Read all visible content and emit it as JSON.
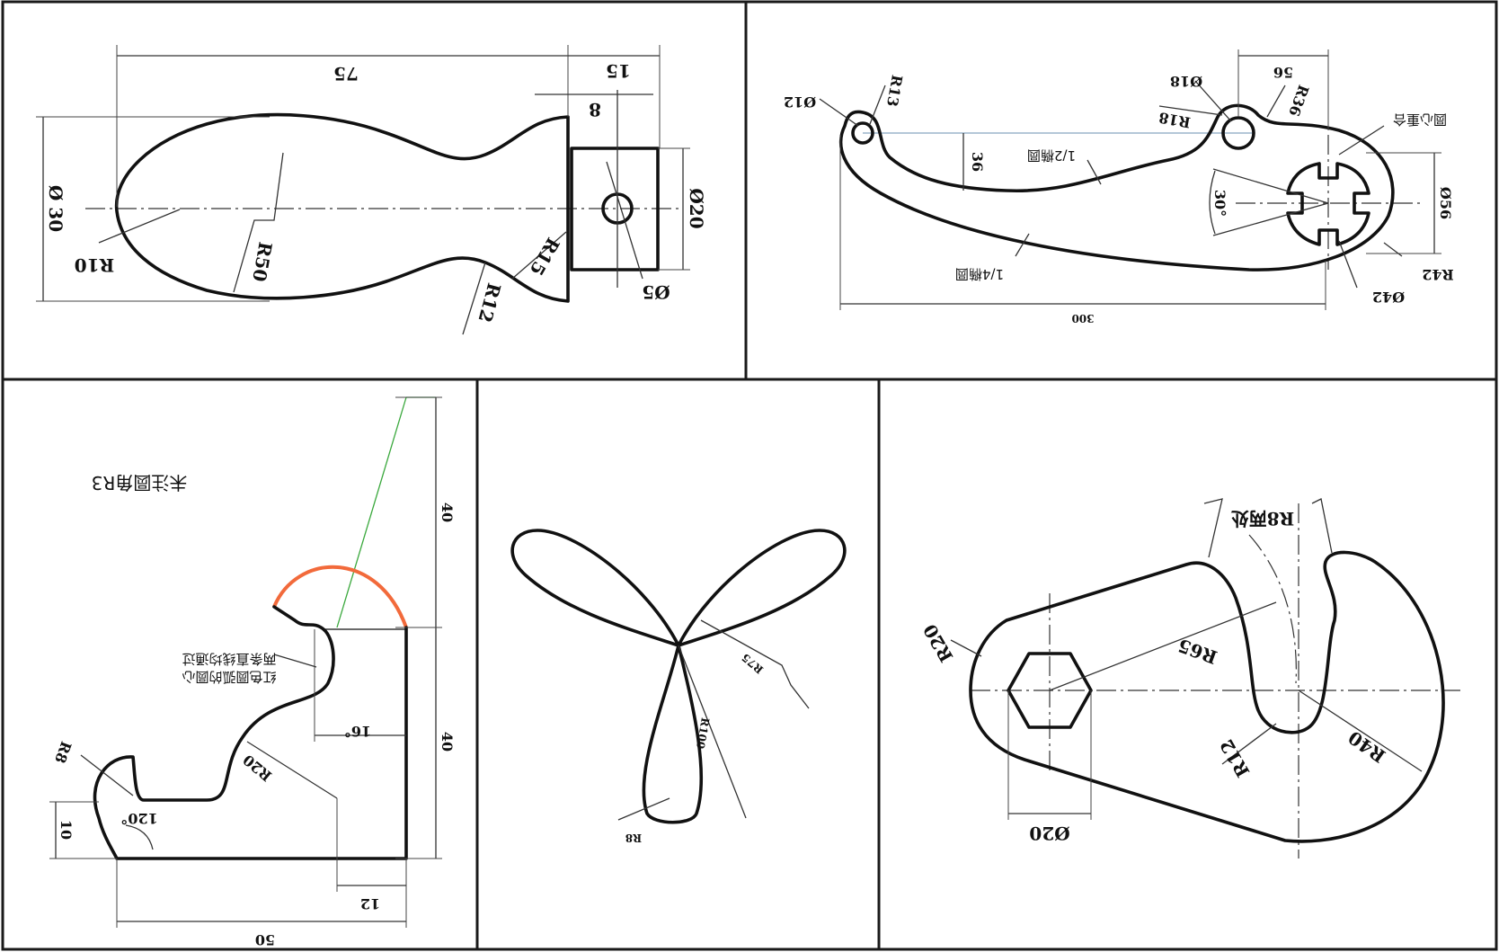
{
  "panels": {
    "handle": {
      "dims": {
        "len_75": "75",
        "len_15": "15",
        "len_8": "8",
        "dia_30": "Ø 30",
        "dia_20": "Ø20",
        "dia_5": "Ø5",
        "r10": "R10",
        "r50": "R50",
        "r12": "R12",
        "r15": "R15"
      }
    },
    "wrench": {
      "dims": {
        "dia_12": "Ø12",
        "r13": "R13",
        "dia_18": "Ø18",
        "r18": "R18",
        "len_56": "56",
        "r36": "R36",
        "center_note": "圆心重合",
        "len_36": "36",
        "half_ellipse": "1/2椭圆",
        "ang_30": "30°",
        "dia_56": "Ø56",
        "quarter_ellipse": "1/4椭圆",
        "r42": "R42",
        "dia_42": "Ø42",
        "len_300": "300"
      }
    },
    "hook": {
      "note_fillet": "未注圆角R3",
      "note_tangent_line1": "两条直线均通过",
      "note_tangent_line2": "红色圆弧的圆心",
      "dims": {
        "len_40_top": "40",
        "len_40_bottom": "40",
        "ang_16": "16°",
        "r8": "R8",
        "r20": "R20",
        "len_10": "10",
        "ang_120": "120°",
        "len_12": "12",
        "len_50": "50"
      }
    },
    "trefoil": {
      "dims": {
        "r75": "R75",
        "r100": "R100",
        "r8": "R8"
      }
    },
    "plate": {
      "dims": {
        "r8_two": "R8两处",
        "r20": "R20",
        "r65": "R65",
        "r12": "R12",
        "r40": "R40",
        "dia_20": "Ø20"
      }
    }
  },
  "colors": {
    "line": "#111111",
    "frame": "#1a1a1a",
    "highlight_arc": "#f26a3b",
    "construction": "#39a83c",
    "extension": "#6a8fb0"
  }
}
